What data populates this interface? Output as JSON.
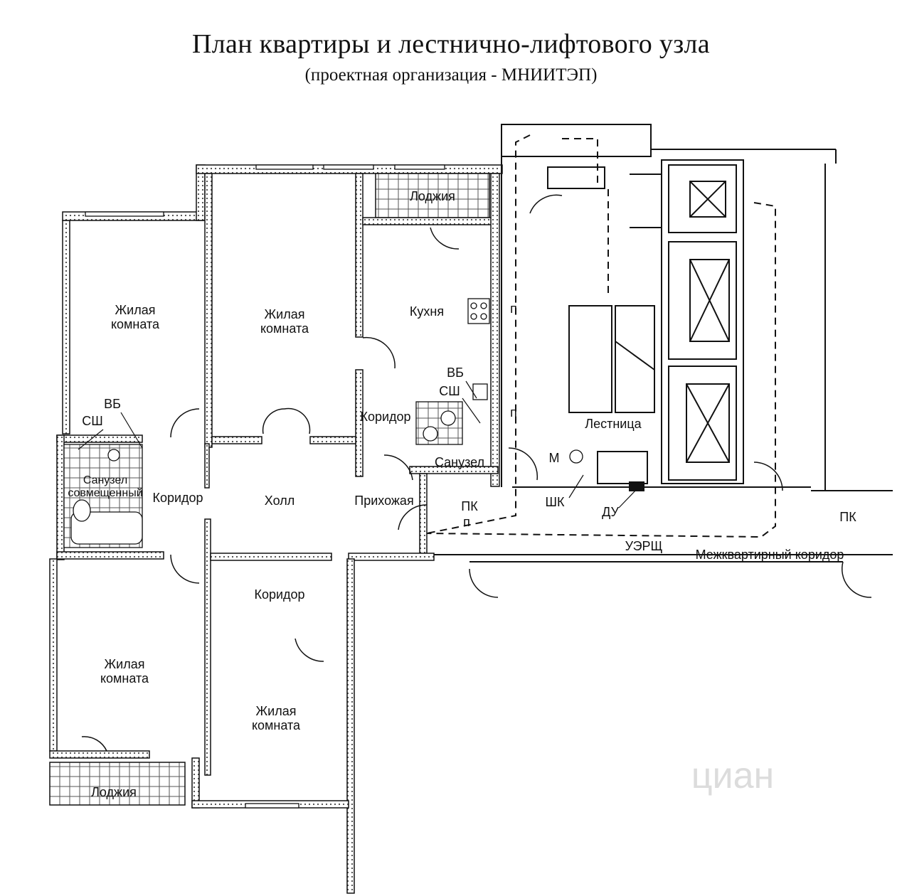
{
  "title": "План квартиры и лестнично-лифтового узла",
  "subtitle": "(проектная организация - МНИИТЭП)",
  "rooms": {
    "living_room_1": "Жилая\nкомната",
    "living_room_2": "Жилая\nкомната",
    "living_room_3": "Жилая\nкомната",
    "living_room_4": "Жилая\nкомната",
    "loggia_top": "Лоджия",
    "loggia_bottom": "Лоджия",
    "kitchen": "Кухня",
    "corridor_small": "Коридор",
    "corridor_left": "Коридор",
    "corridor_bottom": "Коридор",
    "hall": "Холл",
    "entrance_hall": "Прихожая",
    "bathroom_combined": "Санузел\nсовмещенный",
    "bathroom": "Санузел",
    "stairs": "Лестница",
    "interapartment_corridor": "Межквартирный коридор"
  },
  "equipment": {
    "vb_left": "ВБ",
    "sh_left": "СШ",
    "vb_right": "ВБ",
    "sh_right": "СШ",
    "pk_left": "ПК",
    "pk_right": "ПК",
    "shk": "ШК",
    "du": "ДУ",
    "uerc": "УЭРЩ",
    "m": "М",
    "p_mark_1": "п",
    "p_mark_2": "п",
    "p_mark_3": "п"
  },
  "watermark": "циан"
}
